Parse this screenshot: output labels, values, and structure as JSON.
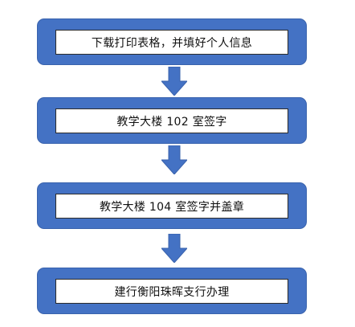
{
  "flowchart": {
    "steps": [
      {
        "label": "下载打印表格，并填好个人信息"
      },
      {
        "label": "教学大楼 102 室签字"
      },
      {
        "label": "教学大楼 104 室签字并盖章"
      },
      {
        "label": "建行衡阳珠晖支行办理"
      }
    ],
    "colors": {
      "box_fill": "#4472c4",
      "arrow_fill": "#4472c4",
      "label_background": "#ffffff",
      "label_border": "#2b2b2b"
    },
    "connector_icon": "down-arrow-icon"
  }
}
